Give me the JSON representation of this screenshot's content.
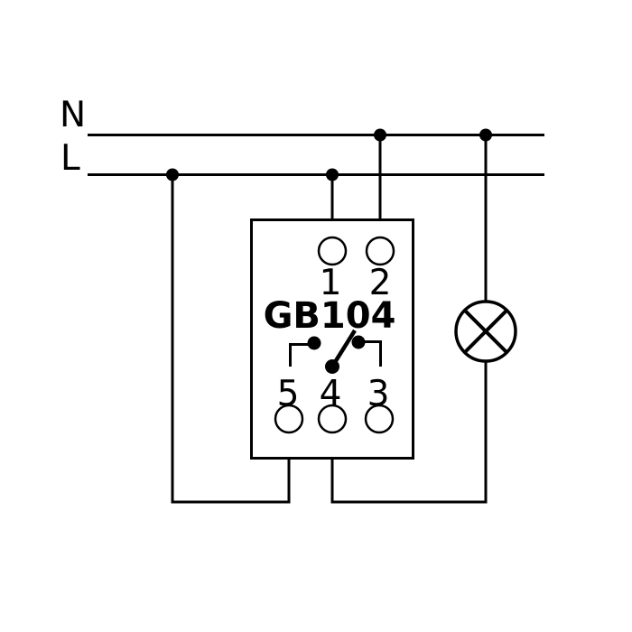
{
  "colors": {
    "background": "#ffffff",
    "ink": "#000000"
  },
  "bus": {
    "neutral_label": "N",
    "live_label": "L"
  },
  "device": {
    "name": "GB104",
    "top_terminals": [
      "1",
      "2"
    ],
    "bottom_terminals": [
      "5",
      "4",
      "3"
    ]
  },
  "symbols": {
    "lamp": "lamp-icon",
    "switch": "changeover-contact"
  },
  "connections": [
    "L bus -> terminal 1",
    "L bus -> terminal 5",
    "N bus -> terminal 2",
    "N bus -> lamp top",
    "lamp bottom -> terminal 4",
    "switch common 4 pivots between fixed contacts above terminals 5 and 3"
  ]
}
